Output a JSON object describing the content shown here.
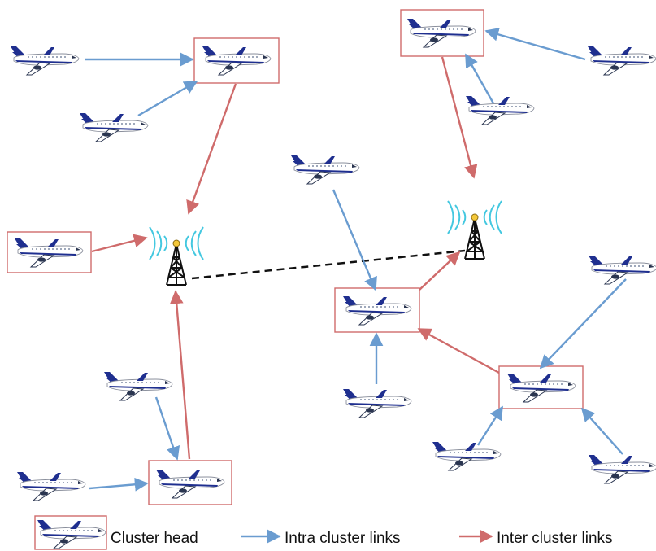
{
  "legend": {
    "cluster_head": "Cluster head",
    "intra": "Intra cluster links",
    "inter": "Inter cluster links"
  },
  "colors": {
    "intra_link": "#6a9cd0",
    "inter_link": "#cf6b6b",
    "cluster_box": "#cf6b6b",
    "backhaul": "#111111",
    "airplane_body": "#ffffff",
    "airplane_accent": "#1f2f8f",
    "signal": "#44c8e0"
  },
  "icons": {
    "aircraft": "airplane-icon",
    "ground_station": "radio-tower-icon"
  }
}
